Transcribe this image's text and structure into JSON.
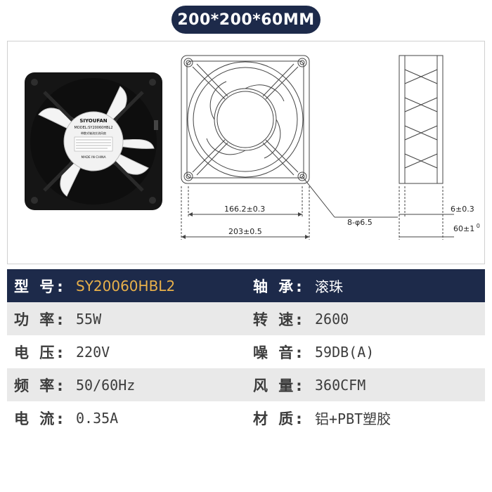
{
  "title": "200*200*60MM",
  "photo": {
    "brand": "SIYOUFAN",
    "model_line": "MODEL:SY20060HBL2",
    "sub_title": "带散式轴流交流风扇",
    "made_in": "MADE IN CHINA"
  },
  "dimensions": {
    "hole_pitch": "166.2±0.3",
    "overall_width": "203±0.5",
    "holes": "8-φ6.5",
    "flange": "6±0.3",
    "depth_main": "60±1",
    "depth_tol": "0"
  },
  "specs": [
    {
      "left_label": "型  号:",
      "left_value": "SY20060HBL2",
      "right_label": "轴  承:",
      "right_value": "滚珠"
    },
    {
      "left_label": "功  率:",
      "left_value": "55W",
      "right_label": "转  速:",
      "right_value": "2600"
    },
    {
      "left_label": "电  压:",
      "left_value": "220V",
      "right_label": "噪  音:",
      "right_value": "59DB(A)"
    },
    {
      "left_label": "频  率:",
      "left_value": "50/60Hz",
      "right_label": "风  量:",
      "right_value": "360CFM"
    },
    {
      "left_label": "电  流:",
      "left_value": "0.35A",
      "right_label": "材  质:",
      "right_value": "铝+PBT塑胶"
    }
  ],
  "colors": {
    "accent_navy": "#1d2a4a",
    "model_gold": "#e8b04a",
    "row_grey": "#e9e9e9"
  }
}
